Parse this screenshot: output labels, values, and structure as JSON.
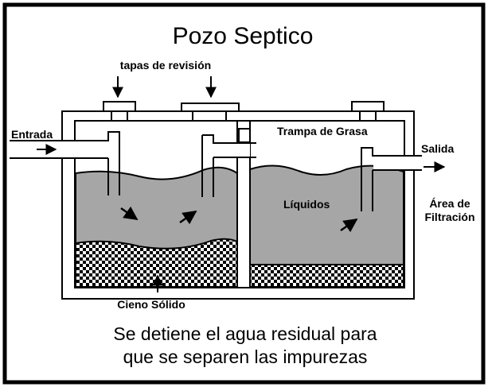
{
  "title": "Pozo Septico",
  "labels": {
    "inspection_lids": "tapas de revisión",
    "inlet": "Entrada",
    "grease_trap": "Trampa de Grasa",
    "outlet": "Salida",
    "liquids": "Líquidos",
    "filtration_line1": "Área de",
    "filtration_line2": "Filtración",
    "solid_sludge": "Cieno Sólido"
  },
  "caption": {
    "line1": "Se detiene el agua residual para",
    "line2": "que se separen las impurezas"
  },
  "colors": {
    "frame": "#000000",
    "background": "#ffffff",
    "liquid": "#a6a6a6"
  }
}
